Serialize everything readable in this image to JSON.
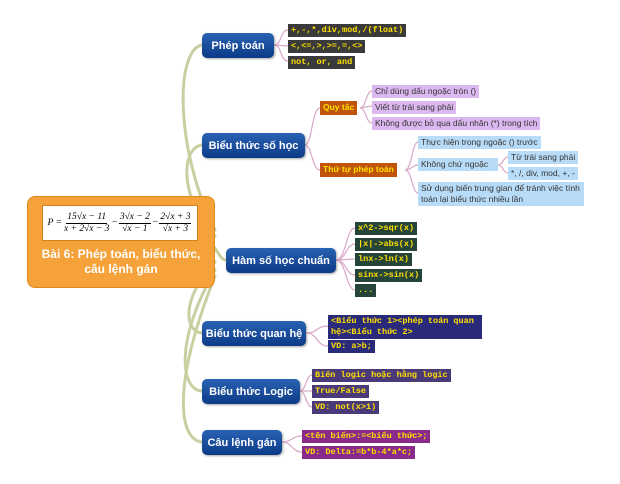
{
  "center": {
    "title": "Bài 6: Phép toán, biểu thức, câu lệnh gán",
    "formula": {
      "lhs": "P =",
      "f1_num": "15√x − 11",
      "f1_den": "x + 2√x − 3",
      "op1": "−",
      "f2_num": "3√x − 2",
      "f2_den": "√x − 1",
      "op2": "−",
      "f3_num": "2√x + 3",
      "f3_den": "√x + 3"
    }
  },
  "topics": [
    {
      "label": "Phép toán"
    },
    {
      "label": "Biểu thức số học"
    },
    {
      "label": "Hàm số học chuẩn"
    },
    {
      "label": "Biểu thức quan hệ"
    },
    {
      "label": "Biểu thức Logic"
    },
    {
      "label": "Câu lệnh gán"
    }
  ],
  "phep_toan": [
    "+,-,*,div,mod,/(float)",
    "<,<=,>,>=,=,<>",
    "not, or, and"
  ],
  "bieu_thuc_so_hoc": {
    "quy_tac": {
      "label": "Quy tắc",
      "items": [
        "Chỉ dùng dấu ngoặc tròn ()",
        "Viết từ trái sang phải",
        "Không được bỏ qua dấu nhân (*) trong tích"
      ]
    },
    "thu_tu": {
      "label": "Thứ tự phép toán",
      "items": [
        "Thực hiện trong ngoặc () trước",
        "Không chứ ngoặc",
        "Sử dụng biến trung gian để tránh việc tính toán lại biểu thức nhiều lần"
      ],
      "khong_ngoac": [
        "Từ trái sang phải",
        "*, /, div, mod, +, -"
      ]
    }
  },
  "ham_so_hoc": [
    "x^2->sqr(x)",
    "|x|->abs(x)",
    "lnx->ln(x)",
    "sinx->sin(x)",
    "..."
  ],
  "quan_he": [
    "<Biểu thức 1><phép toán quan hệ><Biểu thức 2>",
    "VD: a>b;"
  ],
  "logic": [
    "Biến logic hoặc hằng logic",
    "True/False",
    "VD: not(x>1)"
  ],
  "gan": [
    "<tên biến>:=<biểu thức>;",
    "VD: Delta:=b*b-4*a*c;"
  ],
  "colors": {
    "center_fill": "#f5a23a",
    "topic_fill": "#1a4c9c",
    "branch_line": "#c9cfa0",
    "leaf_line": "#e0a0c0"
  }
}
